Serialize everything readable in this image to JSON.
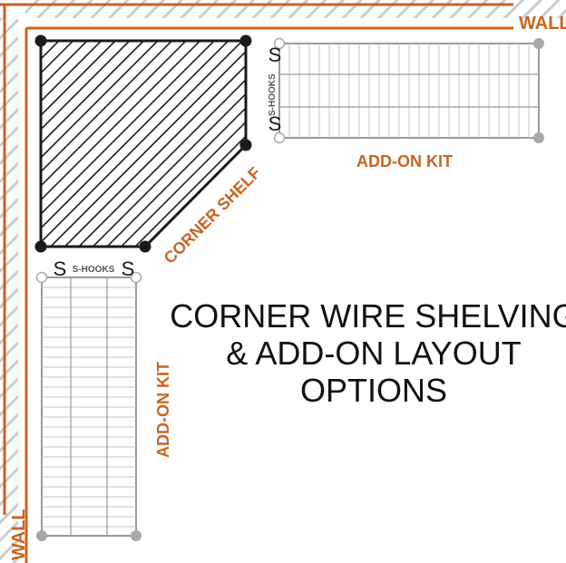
{
  "labels": {
    "wall_top": "WALL",
    "wall_left": "WALL",
    "corner_shelf": "CORNER SHELF",
    "addon_kit_right": "ADD-ON KIT",
    "addon_kit_bottom": "ADD-ON KIT",
    "s_hooks_right": "S-HOOKS",
    "s_hooks_bottom": "S-HOOKS"
  },
  "title": {
    "line1": "CORNER WIRE SHELVING",
    "line2": "& ADD-ON LAYOUT",
    "line3": "OPTIONS"
  },
  "colors": {
    "wall": "#c8641e",
    "hatch": "#cccccc",
    "shelf_outline": "#1a1a1a",
    "addon_outline": "#9a9a9a",
    "addon_grid": "#c4c4c4",
    "post_dark": "#1a1a1a",
    "post_light": "#a8a8a8"
  },
  "icons": {
    "hook": "s-hook-icon",
    "post": "shelf-post-icon"
  }
}
